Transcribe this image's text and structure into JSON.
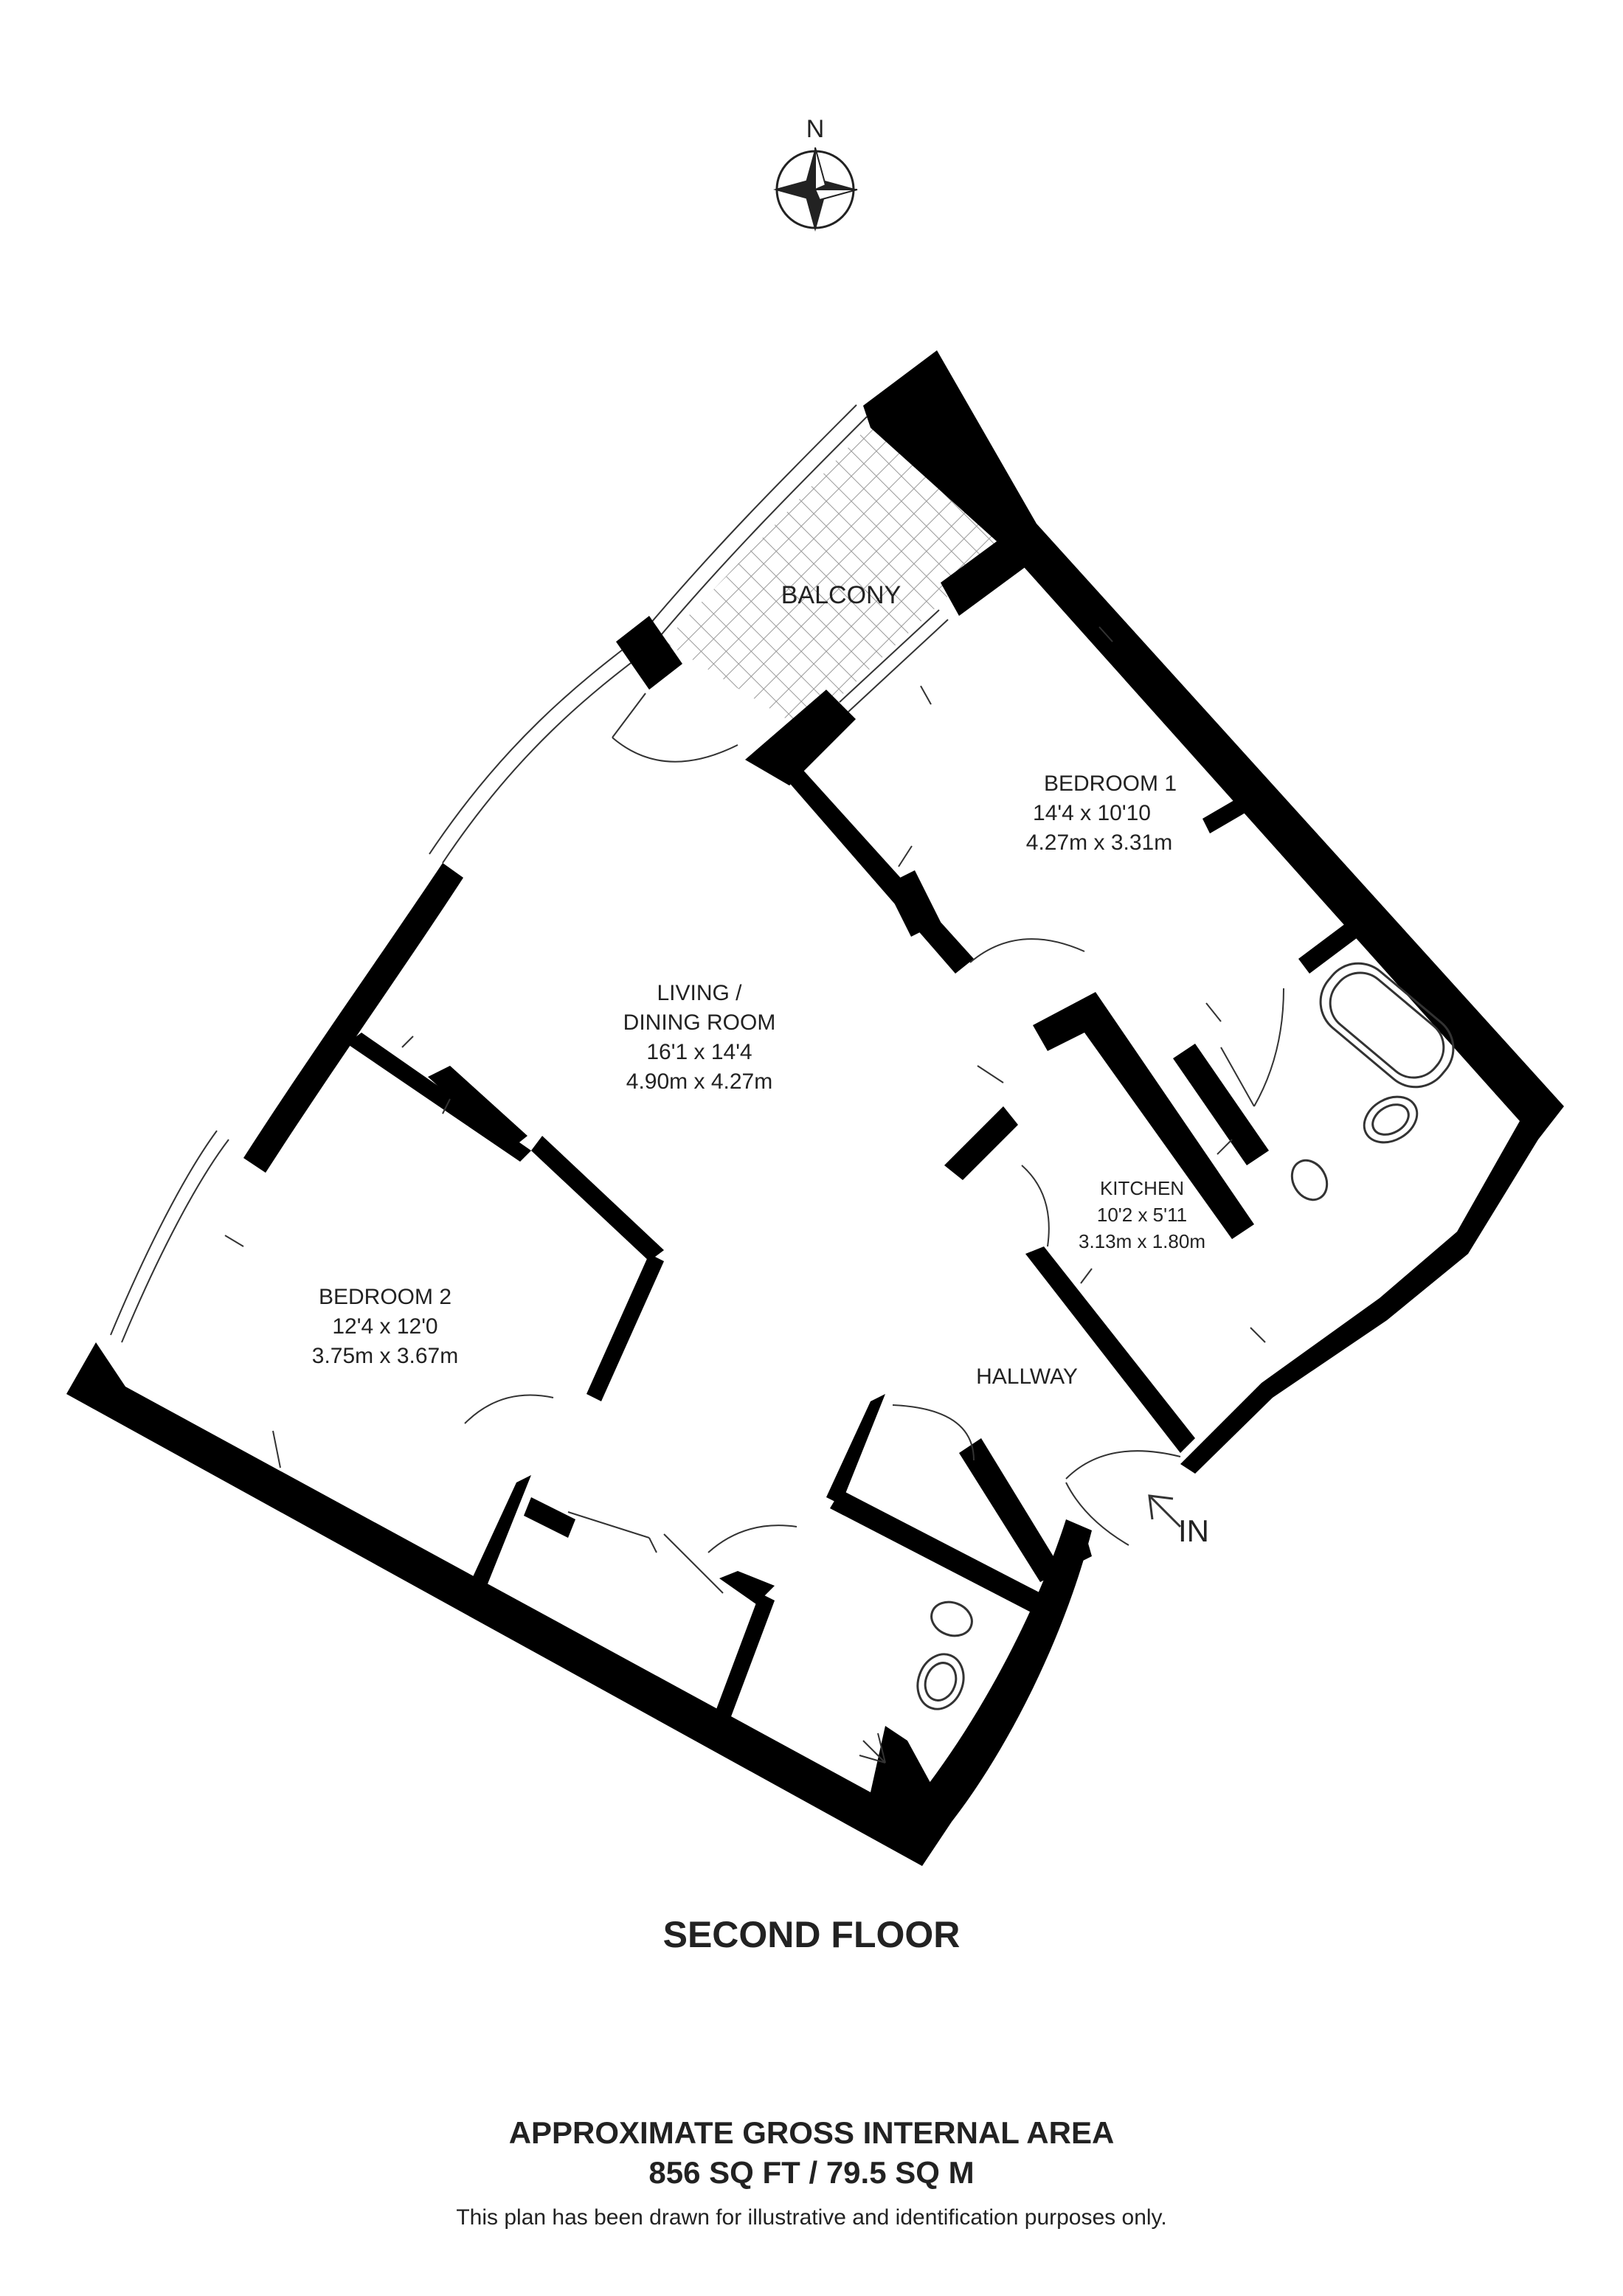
{
  "compass": {
    "label": "N",
    "icon": "compass-rose-icon"
  },
  "rooms": {
    "balcony": {
      "name": "BALCONY"
    },
    "bedroom1": {
      "name": "BEDROOM 1",
      "imperial": "14'4 x 10'10",
      "metric": "4.27m x 3.31m"
    },
    "living": {
      "name_line1": "LIVING /",
      "name_line2": "DINING ROOM",
      "imperial": "16'1 x 14'4",
      "metric": "4.90m x 4.27m"
    },
    "kitchen": {
      "name": "KITCHEN",
      "imperial": "10'2 x 5'11",
      "metric": "3.13m x 1.80m"
    },
    "bedroom2": {
      "name": "BEDROOM 2",
      "imperial": "12'4 x 12'0",
      "metric": "3.75m x 3.67m"
    },
    "hallway": {
      "name": "HALLWAY"
    }
  },
  "entrance": {
    "label": "IN",
    "icon": "entrance-arrow-icon"
  },
  "floor_title": "SECOND FLOOR",
  "area": {
    "heading": "APPROXIMATE GROSS INTERNAL AREA",
    "value": "856 SQ FT / 79.5 SQ M"
  },
  "disclaimer": "This plan has been drawn for illustrative and identification purposes only.",
  "colors": {
    "wall": "#000000",
    "text": "#222222",
    "background": "#ffffff",
    "balcony_grid": "#9a9a9a"
  }
}
